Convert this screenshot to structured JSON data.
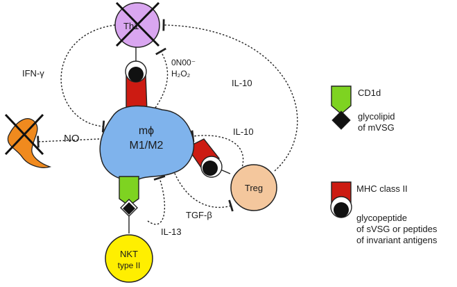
{
  "cells": {
    "th1": "Th1",
    "macrophage_line1": "mϕ",
    "macrophage_line2": "M1/M2",
    "treg": "Treg",
    "nkt_line1": "NKT",
    "nkt_line2": "type II"
  },
  "mediators": {
    "ifn_gamma": "IFN-γ",
    "ros_top": "0N00⁻",
    "h2o2": "H₂O₂",
    "il10_th1": "IL-10",
    "il10_treg": "IL-10",
    "no": "NO",
    "tgf_beta": "TGF-β",
    "il13": "IL-13"
  },
  "legend": {
    "cd1d": "CD1d",
    "glycolipid_line1": "glycolipid",
    "glycolipid_line2": "of mVSG",
    "mhc": "MHC class II",
    "glycopeptide_line1": "glycopeptide",
    "glycopeptide_line2": "of sVSG or peptides",
    "glycopeptide_line3": "of invariant antigens"
  },
  "colors": {
    "th1": "#d9a6f0",
    "macrophage": "#7fb3ec",
    "treg": "#f4c79d",
    "nkt": "#ffef00",
    "mhc": "#cc1b12",
    "cd1d": "#7ed321",
    "parasite": "#f08a1e"
  }
}
